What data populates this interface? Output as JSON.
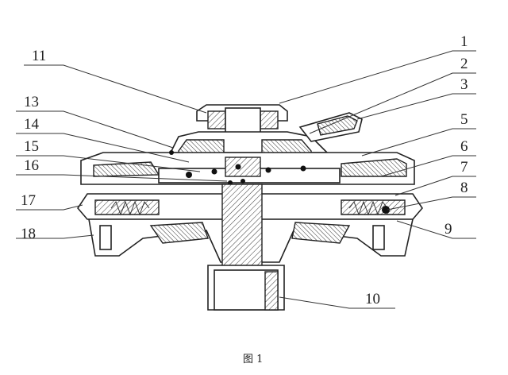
{
  "figure": {
    "caption": "图 1",
    "labels": [
      {
        "id": "1",
        "text": "1"
      },
      {
        "id": "2",
        "text": "2"
      },
      {
        "id": "3",
        "text": "3"
      },
      {
        "id": "5",
        "text": "5"
      },
      {
        "id": "6",
        "text": "6"
      },
      {
        "id": "7",
        "text": "7"
      },
      {
        "id": "8",
        "text": "8"
      },
      {
        "id": "9",
        "text": "9"
      },
      {
        "id": "10",
        "text": "10"
      },
      {
        "id": "11",
        "text": "11"
      },
      {
        "id": "13",
        "text": "13"
      },
      {
        "id": "14",
        "text": "14"
      },
      {
        "id": "15",
        "text": "15"
      },
      {
        "id": "16",
        "text": "16"
      },
      {
        "id": "17",
        "text": "17"
      },
      {
        "id": "18",
        "text": "18"
      }
    ]
  }
}
